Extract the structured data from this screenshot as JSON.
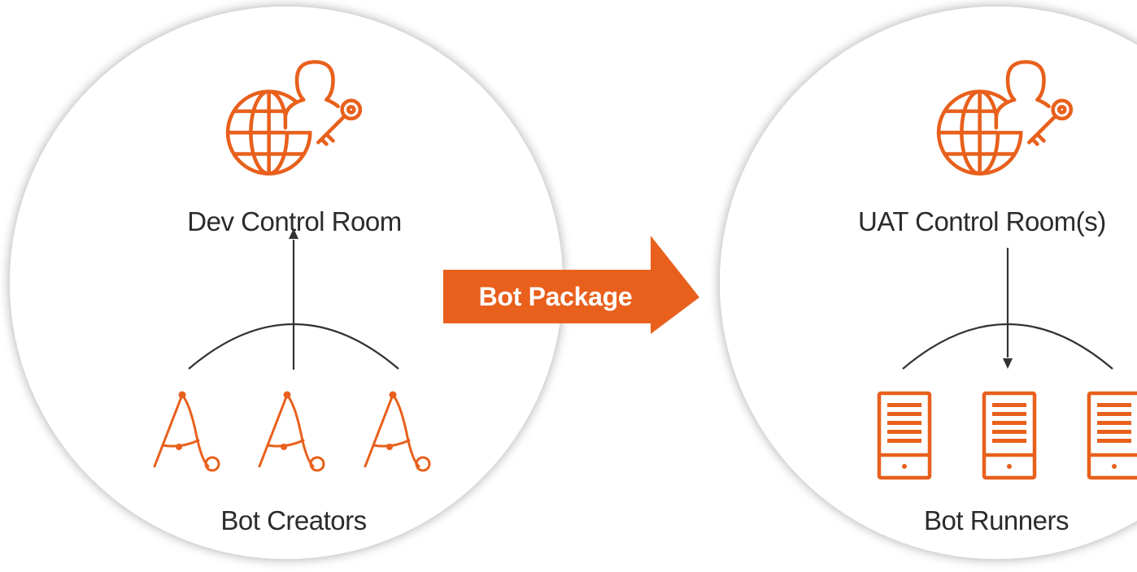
{
  "colors": {
    "accent": "#e8601c",
    "circle_fill": "#ffffff",
    "circle_shadow": "#d9d9d9",
    "line": "#333333",
    "text": "#2b2b2b"
  },
  "left_panel": {
    "title": "Dev Control Room",
    "icon": "globe-user-key-icon",
    "group_label": "Bot Creators",
    "group_icon": "bot-creator-pen-icon",
    "flow_direction": "up"
  },
  "transfer": {
    "label": "Bot Package"
  },
  "right_panel": {
    "title": "UAT Control Room(s)",
    "icon": "globe-user-key-icon",
    "group_label": "Bot Runners",
    "group_icon": "server-icon",
    "flow_direction": "down"
  }
}
